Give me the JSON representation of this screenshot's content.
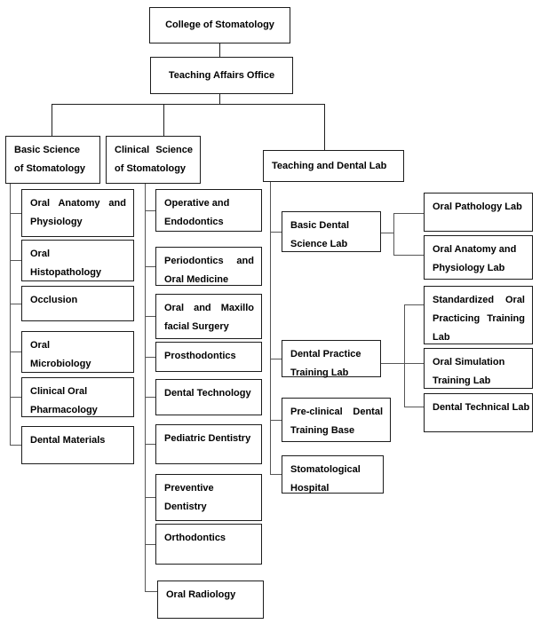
{
  "diagram": {
    "type": "organizational-chart",
    "style": {
      "background": "#ffffff",
      "box_border_color": "#1c1c1c",
      "connector_color": "#565656",
      "text_color": "#000000"
    },
    "hierarchy": {
      "college_of_stomatology": [
        "teaching_affairs_office"
      ],
      "teaching_affairs_office": [
        "basic_science_of_stomatology",
        "clinical_science_of_stomatology",
        "teaching_and_dental_lab"
      ],
      "basic_science_of_stomatology": [
        "oral_anatomy_and_physiology",
        "oral_histopathology",
        "occlusion",
        "oral_microbiology",
        "clinical_oral_pharmacology",
        "dental_materials"
      ],
      "clinical_science_of_stomatology": [
        "operative_and_endodontics",
        "periodontics_and_oral_medicine",
        "oral_and_maxillofacial_surgery",
        "prosthodontics",
        "dental_technology",
        "pediatric_dentistry",
        "preventive_dentistry",
        "orthodontics",
        "oral_radiology"
      ],
      "teaching_and_dental_lab": [
        "basic_dental_science_lab",
        "dental_practice_training_lab",
        "pre_clinical_dental_training_base",
        "stomatological_hospital"
      ],
      "basic_dental_science_lab": [
        "oral_pathology_lab",
        "oral_anatomy_and_physiology_lab"
      ],
      "dental_practice_training_lab": [
        "standardized_oral_practicing_training_lab",
        "oral_simulation_training_lab",
        "dental_technical_lab"
      ]
    }
  },
  "nodes": {
    "college_of_stomatology": {
      "label": "College of Stomatology",
      "lines": [
        "College of Stomatology"
      ]
    },
    "teaching_affairs_office": {
      "label": "Teaching Affairs Office",
      "lines": [
        "Teaching Affairs Office"
      ]
    },
    "basic_science_of_stomatology": {
      "label": "Basic Science of Stomatology",
      "lines": [
        "Basic Science",
        "of Stomatology"
      ]
    },
    "clinical_science_of_stomatology": {
      "label": "Clinical Science of Stomatology",
      "lines": [
        "Clinical Science",
        "of Stomatology"
      ]
    },
    "teaching_and_dental_lab": {
      "label": "Teaching and Dental Lab",
      "lines": [
        "Teaching and Dental Lab"
      ]
    },
    "oral_anatomy_and_physiology": {
      "label": "Oral Anatomy and Physiology",
      "lines": [
        "Oral Anatomy and",
        "Physiology"
      ]
    },
    "oral_histopathology": {
      "label": "Oral Histopathology",
      "lines": [
        "Oral",
        "Histopathology"
      ]
    },
    "occlusion": {
      "label": "Occlusion",
      "lines": [
        "Occlusion"
      ]
    },
    "oral_microbiology": {
      "label": "Oral Microbiology",
      "lines": [
        "Oral",
        "Microbiology"
      ]
    },
    "clinical_oral_pharmacology": {
      "label": "Clinical Oral Pharmacology",
      "lines": [
        "Clinical Oral",
        "Pharmacology"
      ]
    },
    "dental_materials": {
      "label": "Dental Materials",
      "lines": [
        "Dental Materials"
      ]
    },
    "operative_and_endodontics": {
      "label": "Operative and Endodontics",
      "lines": [
        "Operative and",
        "Endodontics"
      ]
    },
    "periodontics_and_oral_medicine": {
      "label": "Periodontics and Oral Medicine",
      "lines": [
        "Periodontics and",
        "Oral Medicine"
      ]
    },
    "oral_and_maxillofacial_surgery": {
      "label": "Oral and Maxillofacial Surgery",
      "lines": [
        "Oral and Maxillo",
        "facial Surgery"
      ]
    },
    "prosthodontics": {
      "label": "Prosthodontics",
      "lines": [
        "Prosthodontics"
      ]
    },
    "dental_technology": {
      "label": "Dental Technology",
      "lines": [
        "Dental Technology"
      ]
    },
    "pediatric_dentistry": {
      "label": "Pediatric Dentistry",
      "lines": [
        "Pediatric Dentistry"
      ]
    },
    "preventive_dentistry": {
      "label": "Preventive Dentistry",
      "lines": [
        "Preventive",
        "Dentistry"
      ]
    },
    "orthodontics": {
      "label": "Orthodontics",
      "lines": [
        "Orthodontics"
      ]
    },
    "oral_radiology": {
      "label": "Oral Radiology",
      "lines": [
        "Oral Radiology"
      ]
    },
    "basic_dental_science_lab": {
      "label": "Basic Dental Science Lab",
      "lines": [
        "Basic Dental",
        "Science Lab"
      ]
    },
    "dental_practice_training_lab": {
      "label": "Dental Practice Training Lab",
      "lines": [
        "Dental Practice",
        "Training Lab"
      ]
    },
    "pre_clinical_dental_training_base": {
      "label": "Pre-clinical Dental Training Base",
      "lines": [
        "Pre-clinical Dental",
        "Training Base"
      ]
    },
    "stomatological_hospital": {
      "label": "Stomatological Hospital",
      "lines": [
        "Stomatological",
        "Hospital"
      ]
    },
    "oral_pathology_lab": {
      "label": "Oral Pathology Lab",
      "lines": [
        "Oral Pathology Lab"
      ]
    },
    "oral_anatomy_and_physiology_lab": {
      "label": "Oral Anatomy and Physiology Lab",
      "lines": [
        "Oral Anatomy and",
        "Physiology Lab"
      ]
    },
    "standardized_oral_practicing_training_lab": {
      "label": "Standardized Oral Practicing Training Lab",
      "lines": [
        "Standardized Oral",
        "Practicing Training",
        "Lab"
      ]
    },
    "oral_simulation_training_lab": {
      "label": "Oral Simulation Training Lab",
      "lines": [
        "Oral Simulation",
        "Training Lab"
      ]
    },
    "dental_technical_lab": {
      "label": "Dental Technical Lab",
      "lines": [
        "Dental Technical Lab"
      ]
    }
  }
}
